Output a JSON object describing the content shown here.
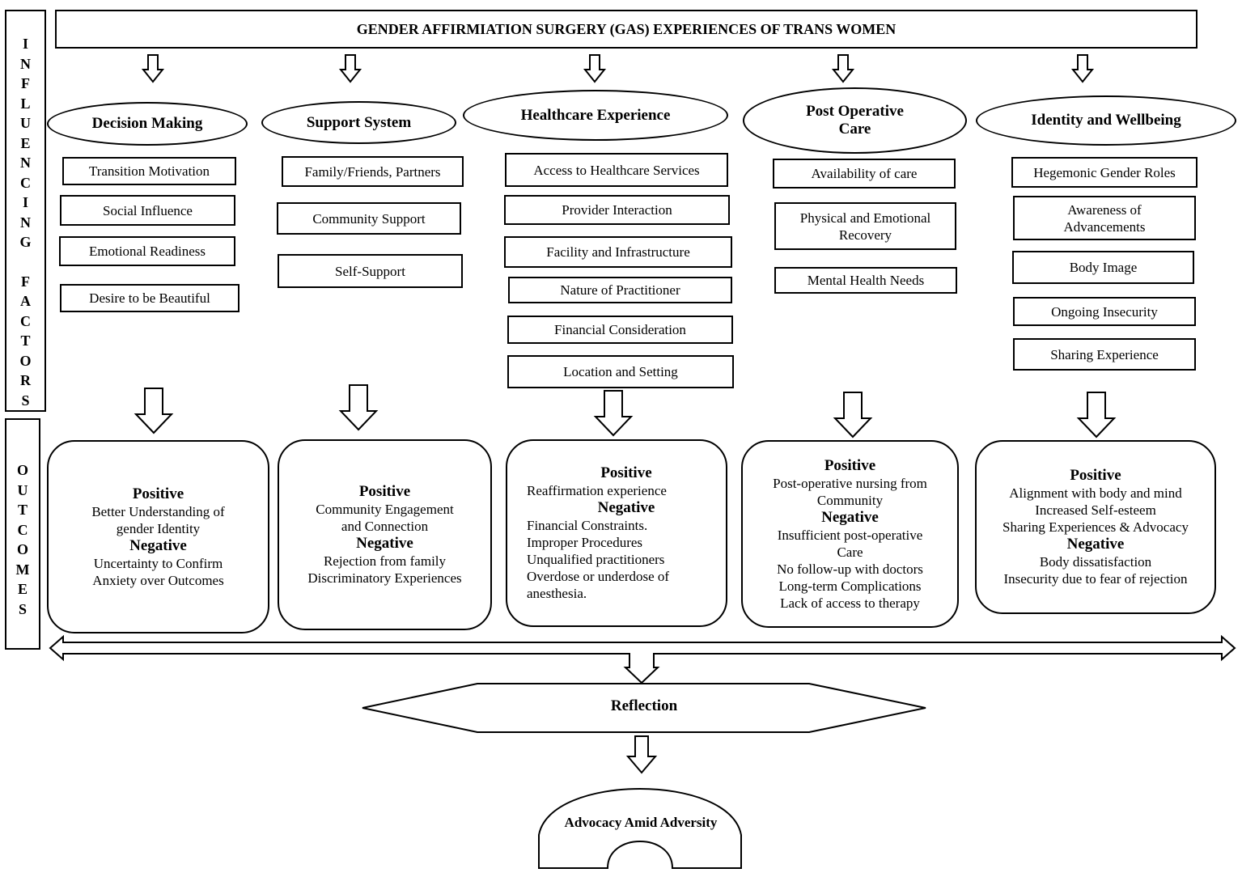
{
  "title": "GENDER AFFIRMIATION SURGERY (GAS) EXPERIENCES OF TRANS WOMEN",
  "side_labels": {
    "influencing": [
      "I",
      "N",
      "F",
      "L",
      "U",
      "E",
      "N",
      "C",
      "I",
      "N",
      "G",
      "",
      "F",
      "A",
      "C",
      "T",
      "O",
      "R",
      "S"
    ],
    "outcomes": [
      "O",
      "U",
      "T",
      "C",
      "O",
      "M",
      "E",
      "S"
    ]
  },
  "themes": [
    {
      "name": "Decision Making",
      "factors": [
        "Transition Motivation",
        "Social Influence",
        "Emotional Readiness",
        "Desire to be Beautiful"
      ],
      "positive_label": "Positive",
      "positive": [
        "Better Understanding of",
        "gender Identity"
      ],
      "negative_label": "Negative",
      "negative": [
        "Uncertainty to Confirm",
        "Anxiety over Outcomes"
      ]
    },
    {
      "name": "Support System",
      "factors": [
        "Family/Friends, Partners",
        "Community Support",
        "Self-Support"
      ],
      "positive_label": "Positive",
      "positive": [
        "Community Engagement",
        "and Connection"
      ],
      "negative_label": "Negative",
      "negative": [
        "Rejection from family",
        "Discriminatory Experiences"
      ]
    },
    {
      "name": "Healthcare Experience",
      "factors": [
        "Access to Healthcare Services",
        "Provider Interaction",
        "Facility and Infrastructure",
        "Nature of Practitioner",
        "Financial Consideration",
        "Location and Setting"
      ],
      "positive_label": "Positive",
      "positive": [
        "Reaffirmation experience"
      ],
      "negative_label": "Negative",
      "negative": [
        "Financial Constraints.",
        "Improper Procedures",
        "Unqualified practitioners",
        "Overdose or underdose of",
        "anesthesia."
      ]
    },
    {
      "name": "Post Operative Care",
      "name_lines": [
        "Post Operative",
        "Care"
      ],
      "factors": [
        "Availability of care",
        "Physical and Emotional Recovery",
        "Mental Health Needs"
      ],
      "factor_lines": [
        [
          "Availability of care"
        ],
        [
          "Physical and Emotional",
          "Recovery"
        ],
        [
          "Mental Health Needs"
        ]
      ],
      "positive_label": "Positive",
      "positive": [
        "Post-operative nursing from",
        "Community"
      ],
      "negative_label": "Negative",
      "negative": [
        "Insufficient post-operative",
        "Care",
        "No follow-up with doctors",
        "Long-term Complications",
        "Lack of access to therapy"
      ]
    },
    {
      "name": "Identity and Wellbeing",
      "factors": [
        "Hegemonic Gender Roles",
        "Awareness of Advancements",
        "Body Image",
        "Ongoing Insecurity",
        "Sharing Experience"
      ],
      "factor_lines": [
        [
          "Hegemonic Gender Roles"
        ],
        [
          "Awareness of",
          "Advancements"
        ],
        [
          "Body Image"
        ],
        [
          "Ongoing Insecurity"
        ],
        [
          "Sharing Experience"
        ]
      ],
      "positive_label": "Positive",
      "positive": [
        "Alignment with body and mind",
        "Increased Self-esteem",
        "Sharing Experiences & Advocacy"
      ],
      "negative_label": "Negative",
      "negative": [
        "Body dissatisfaction",
        "Insecurity due to fear of rejection"
      ]
    }
  ],
  "reflection": "Reflection",
  "advocacy": "Advocacy Amid Adversity"
}
